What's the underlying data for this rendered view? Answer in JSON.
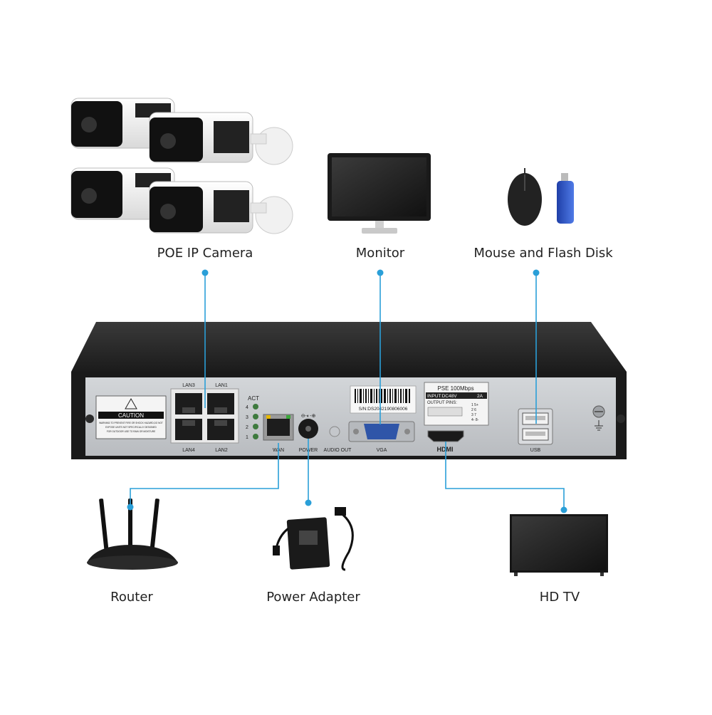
{
  "labels": {
    "camera": "POE IP Camera",
    "monitor": "Monitor",
    "mouse_flash": "Mouse and Flash Disk",
    "router": "Router",
    "power_adapter": "Power Adapter",
    "hdtv": "HD TV"
  },
  "panel": {
    "lan1": "LAN1",
    "lan2": "LAN2",
    "lan3": "LAN3",
    "lan4": "LAN4",
    "act": "ACT",
    "act_4": "4",
    "act_3": "3",
    "act_2": "2",
    "act_1": "1",
    "wan": "WAN",
    "power": "POWER",
    "audio_out": "AUDIO OUT",
    "vga": "VGA",
    "usb": "USB",
    "hdmi": "HDMI",
    "caution_title": "CAUTION",
    "caution_text_1": "WARNING:TO PREVENT FIRE OR SHOCK HAZARD,DO NOT",
    "caution_text_2": "EXPOSE UNITS NOT SPECIFICALLY DESIGNED",
    "caution_text_3": "FOR OUTDOOR USE TO RAIN OR MOISTURE",
    "serial": "S/N:DS2042190806006",
    "pse_line1": "PSE 100Mbps",
    "pse_line2": "INPUT:DC48V",
    "pse_line2b": "2A",
    "output_pins": "OUTPUT PINS:",
    "pins_row1": "1  5+",
    "pins_row2": "2  6",
    "pins_row3": "3  7",
    "pins_row4": "4-  8-"
  },
  "colors": {
    "connector": "#2a9fd8",
    "panel_face": "#c9ccd0",
    "case_top": "#232323",
    "case_dark": "#111111"
  }
}
